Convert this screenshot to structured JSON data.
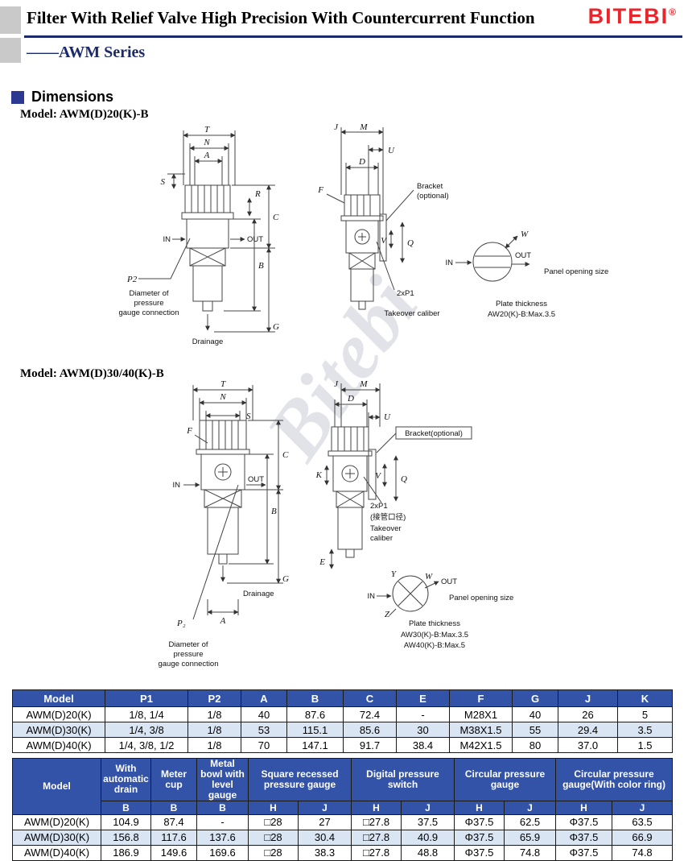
{
  "page": {
    "watermark": "Bitebi"
  },
  "header": {
    "title": "Filter With Relief Valve High Precision With Countercurrent Function",
    "logo": "BITEBI",
    "logo_reg": "®",
    "series": "——AWM Series"
  },
  "sections": {
    "dimensions": "Dimensions",
    "model1": "Model: AWM(D)20(K)-B",
    "model2": "Model: AWM(D)30/40(K)-B"
  },
  "diagram1": {
    "dim_t": "T",
    "dim_n": "N",
    "dim_a": "A",
    "dim_s": "S",
    "dim_r": "R",
    "dim_c": "C",
    "dim_b": "B",
    "dim_g": "G",
    "in": "IN",
    "out": "OUT",
    "p2": "P2",
    "gauge_note1": "Diameter of",
    "gauge_note2": "pressure",
    "gauge_note3": "gauge connection",
    "drainage": "Drainage",
    "dim_j": "J",
    "dim_m": "M",
    "dim_u": "U",
    "dim_d": "D",
    "dim_f": "F",
    "bracket1": "Bracket",
    "bracket2": "(optional)",
    "dim_v": "V",
    "dim_q": "Q",
    "p1": "2xP1",
    "takeover": "Takeover caliber",
    "dim_w": "W",
    "panel_in": "IN",
    "panel_out": "OUT",
    "panel_note": "Panel opening size",
    "plate1": "Plate thickness",
    "plate2": "AW20(K)-B:Max.3.5"
  },
  "diagram2": {
    "dim_t": "T",
    "dim_n": "N",
    "dim_s": "S",
    "dim_f": "F",
    "dim_c": "C",
    "dim_b": "B",
    "dim_g": "G",
    "dim_a": "A",
    "in": "IN",
    "out": "OUT",
    "drainage": "Drainage",
    "p2": "P₂",
    "gauge_note1": "Diameter of",
    "gauge_note2": "pressure",
    "gauge_note3": "gauge connection",
    "dim_j": "J",
    "dim_m": "M",
    "dim_d": "D",
    "dim_u": "U",
    "dim_k": "K",
    "bracket": "Bracket(optional)",
    "dim_v": "V",
    "dim_q": "Q",
    "p1": "2xP1",
    "p1_cn": "(接管口径)",
    "takeover1": "Takeover",
    "takeover2": "caliber",
    "dim_e": "E",
    "dim_y": "Y",
    "dim_w": "W",
    "dim_z": "Z",
    "panel_in": "IN",
    "panel_out": "OUT",
    "panel_note": "Panel opening size",
    "plate1": "Plate thickness",
    "plate2": "AW30(K)-B:Max.3.5",
    "plate3": "AW40(K)-B:Max.5"
  },
  "table1": {
    "headers": [
      "Model",
      "P1",
      "P2",
      "A",
      "B",
      "C",
      "E",
      "F",
      "G",
      "J",
      "K"
    ],
    "rows": [
      [
        "AWM(D)20(K)",
        "1/8, 1/4",
        "1/8",
        "40",
        "87.6",
        "72.4",
        "-",
        "M28X1",
        "40",
        "26",
        "5"
      ],
      [
        "AWM(D)30(K)",
        "1/4, 3/8",
        "1/8",
        "53",
        "115.1",
        "85.6",
        "30",
        "M38X1.5",
        "55",
        "29.4",
        "3.5"
      ],
      [
        "AWM(D)40(K)",
        "1/4, 3/8, 1/2",
        "1/8",
        "70",
        "147.1",
        "91.7",
        "38.4",
        "M42X1.5",
        "80",
        "37.0",
        "1.5"
      ]
    ]
  },
  "table2": {
    "model_header": "Model",
    "groups": {
      "auto_drain": "With automatic drain",
      "meter_cup": "Meter cup",
      "metal_bowl": "Metal bowl with level gauge",
      "square_gauge": "Square recessed pressure gauge",
      "digital_switch": "Digital pressure switch",
      "circular_gauge": "Circular pressure gauge",
      "circular_ring": "Circular pressure gauge(With color ring)"
    },
    "sub_headers": [
      "B",
      "B",
      "B",
      "H",
      "J",
      "H",
      "J",
      "H",
      "J",
      "H",
      "J"
    ],
    "rows": [
      [
        "AWM(D)20(K)",
        "104.9",
        "87.4",
        "-",
        "□28",
        "27",
        "□27.8",
        "37.5",
        "Φ37.5",
        "62.5",
        "Φ37.5",
        "63.5"
      ],
      [
        "AWM(D)30(K)",
        "156.8",
        "117.6",
        "137.6",
        "□28",
        "30.4",
        "□27.8",
        "40.9",
        "Φ37.5",
        "65.9",
        "Φ37.5",
        "66.9"
      ],
      [
        "AWM(D)40(K)",
        "186.9",
        "149.6",
        "169.6",
        "□28",
        "38.3",
        "□27.8",
        "48.8",
        "Φ37.5",
        "74.8",
        "Φ37.5",
        "74.8"
      ]
    ]
  },
  "colors": {
    "accent_red": "#e8262c",
    "rule_blue": "#1b2a6b",
    "table_header_blue": "#3353a8",
    "row_alt_blue": "#d9e5f3"
  }
}
